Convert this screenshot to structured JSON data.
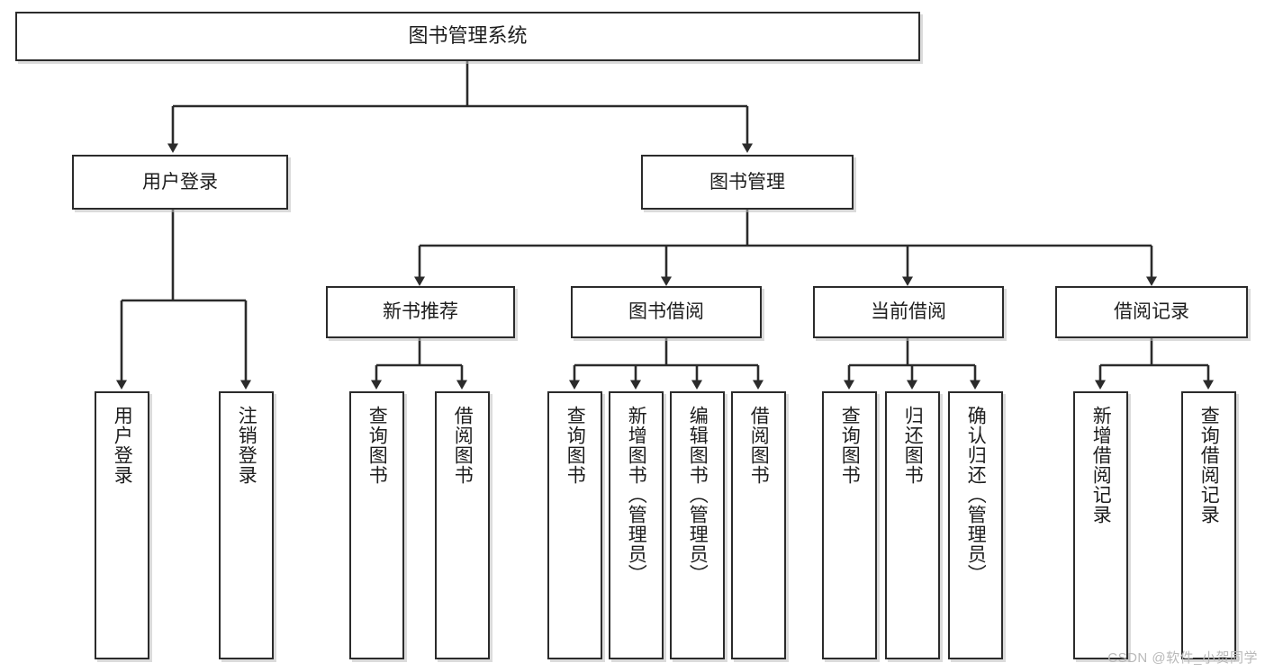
{
  "diagram": {
    "type": "tree",
    "title": "图书管理系统",
    "colors": {
      "box_border": "#2b2b2b",
      "box_fill": "#ffffff",
      "connector": "#2b2b2b",
      "text": "#1d1d1d",
      "watermark": "#b9b9b9",
      "shadow": "#bebebe"
    },
    "watermark": "CSDN @软件_小贺同学",
    "nodes": {
      "root": {
        "label": "图书管理系统",
        "orientation": "horizontal"
      },
      "level1": [
        {
          "id": "user-login",
          "label": "用户登录",
          "orientation": "horizontal"
        },
        {
          "id": "book-manage",
          "label": "图书管理",
          "orientation": "horizontal"
        }
      ],
      "level2": [
        {
          "id": "new-book-recommend",
          "label": "新书推荐",
          "orientation": "horizontal",
          "parent": "book-manage"
        },
        {
          "id": "book-borrow",
          "label": "图书借阅",
          "orientation": "horizontal",
          "parent": "book-manage"
        },
        {
          "id": "current-borrow",
          "label": "当前借阅",
          "orientation": "horizontal",
          "parent": "book-manage"
        },
        {
          "id": "borrow-record",
          "label": "借阅记录",
          "orientation": "horizontal",
          "parent": "book-manage"
        }
      ],
      "leaves": [
        {
          "id": "leaf-user-login",
          "label": "用户登录",
          "orientation": "vertical",
          "parent": "user-login"
        },
        {
          "id": "leaf-logout-login",
          "label": "注销登录",
          "orientation": "vertical",
          "parent": "user-login"
        },
        {
          "id": "leaf-query-book-1",
          "label": "查询图书",
          "orientation": "vertical",
          "parent": "new-book-recommend"
        },
        {
          "id": "leaf-borrow-book-1",
          "label": "借阅图书",
          "orientation": "vertical",
          "parent": "new-book-recommend"
        },
        {
          "id": "leaf-query-book-2",
          "label": "查询图书",
          "orientation": "vertical",
          "parent": "book-borrow"
        },
        {
          "id": "leaf-add-book",
          "label": "新增图书（管理员）",
          "orientation": "vertical",
          "parent": "book-borrow"
        },
        {
          "id": "leaf-edit-book",
          "label": "编辑图书（管理员）",
          "orientation": "vertical",
          "parent": "book-borrow"
        },
        {
          "id": "leaf-borrow-book-2",
          "label": "借阅图书",
          "orientation": "vertical",
          "parent": "book-borrow"
        },
        {
          "id": "leaf-query-book-3",
          "label": "查询图书",
          "orientation": "vertical",
          "parent": "current-borrow"
        },
        {
          "id": "leaf-return-book",
          "label": "归还图书",
          "orientation": "vertical",
          "parent": "current-borrow"
        },
        {
          "id": "leaf-confirm-return",
          "label": "确认归还（管理员）",
          "orientation": "vertical",
          "parent": "current-borrow"
        },
        {
          "id": "leaf-add-record",
          "label": "新增借阅记录",
          "orientation": "vertical",
          "parent": "borrow-record"
        },
        {
          "id": "leaf-query-record",
          "label": "查询借阅记录",
          "orientation": "vertical",
          "parent": "borrow-record"
        }
      ]
    }
  }
}
